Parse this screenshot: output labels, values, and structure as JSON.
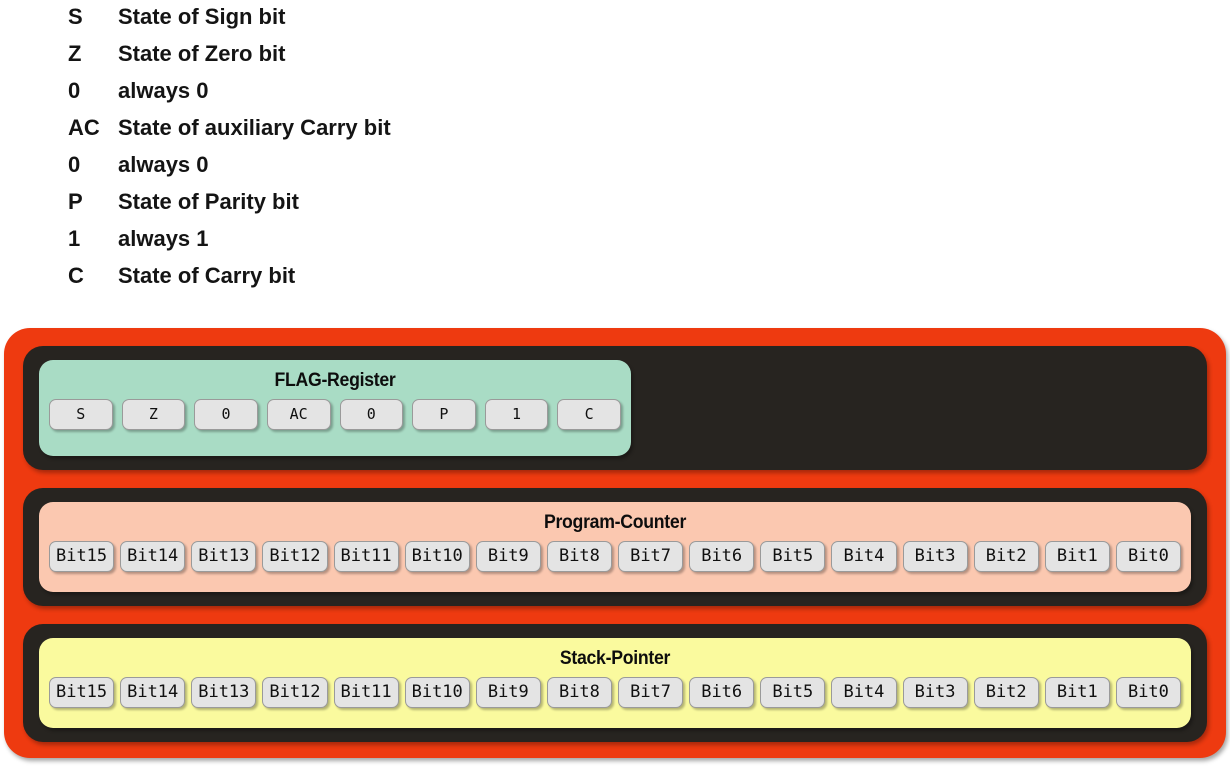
{
  "legend": {
    "rows": [
      {
        "abbr": "S",
        "desc": "State of Sign bit"
      },
      {
        "abbr": "Z",
        "desc": "State of Zero bit"
      },
      {
        "abbr": "0",
        "desc": "always 0"
      },
      {
        "abbr": "AC",
        "desc": "State of auxiliary Carry bit"
      },
      {
        "abbr": "0",
        "desc": "always 0"
      },
      {
        "abbr": "P",
        "desc": "State of Parity bit"
      },
      {
        "abbr": "1",
        "desc": "always 1"
      },
      {
        "abbr": "C",
        "desc": "State of Carry bit"
      }
    ]
  },
  "colors": {
    "frame_orange": "#ee3a10",
    "section_dark": "#272420",
    "flag_panel": "#a9dcc5",
    "pc_panel": "#fbc8b0",
    "sp_panel": "#fafa9e",
    "bit_cell": "#e4e4e4",
    "text": "#141414"
  },
  "registers": {
    "flag": {
      "title": "FLAG-Register",
      "bits": [
        "S",
        "Z",
        "0",
        "AC",
        "0",
        "P",
        "1",
        "C"
      ]
    },
    "program_counter": {
      "title": "Program-Counter",
      "bits": [
        "Bit15",
        "Bit14",
        "Bit13",
        "Bit12",
        "Bit11",
        "Bit10",
        "Bit9",
        "Bit8",
        "Bit7",
        "Bit6",
        "Bit5",
        "Bit4",
        "Bit3",
        "Bit2",
        "Bit1",
        "Bit0"
      ]
    },
    "stack_pointer": {
      "title": "Stack-Pointer",
      "bits": [
        "Bit15",
        "Bit14",
        "Bit13",
        "Bit12",
        "Bit11",
        "Bit10",
        "Bit9",
        "Bit8",
        "Bit7",
        "Bit6",
        "Bit5",
        "Bit4",
        "Bit3",
        "Bit2",
        "Bit1",
        "Bit0"
      ]
    }
  }
}
